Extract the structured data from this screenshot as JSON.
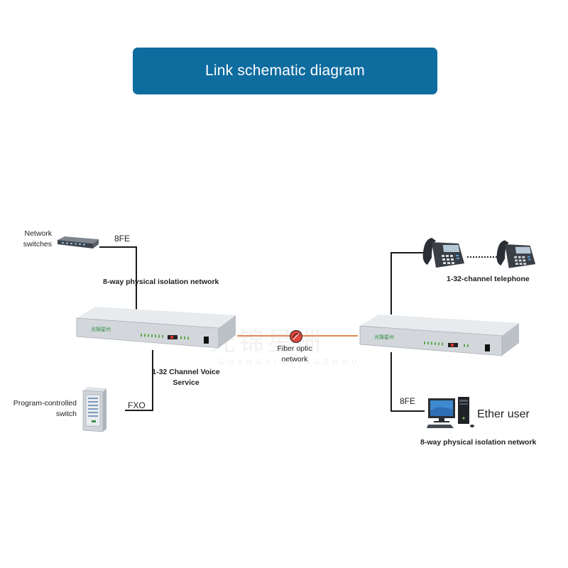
{
  "banner": {
    "title": "Link schematic diagram"
  },
  "labels": {
    "network_switches": "Network\nswitches",
    "fe_left": "8FE",
    "isolation_left": "8-way physical isolation network",
    "voice_service": "1-32 Channel Voice\nService",
    "program_switch": "Program-controlled\nswitch",
    "fxo": "FXO",
    "fiber": "Fiber optic\nnetwork",
    "telephone": "1-32-channel telephone",
    "fe_right": "8FE",
    "ether_user": "Ether user",
    "isolation_right": "8-way physical isolation network"
  },
  "device": {
    "brand": "光锦星州"
  },
  "watermark": {
    "text": "光锦星洲",
    "sub": "GUANGJINXINGZHOU",
    "mark": "®"
  },
  "colors": {
    "banner": "#0e6c9f",
    "fiber": "#e08a55",
    "line": "#1a1a1a"
  },
  "icons": [
    "network-switch-icon",
    "optical-multiplexer-icon",
    "pbx-cabinet-icon",
    "ip-telephone-icon",
    "desktop-computer-icon",
    "fiber-connector-icon"
  ]
}
